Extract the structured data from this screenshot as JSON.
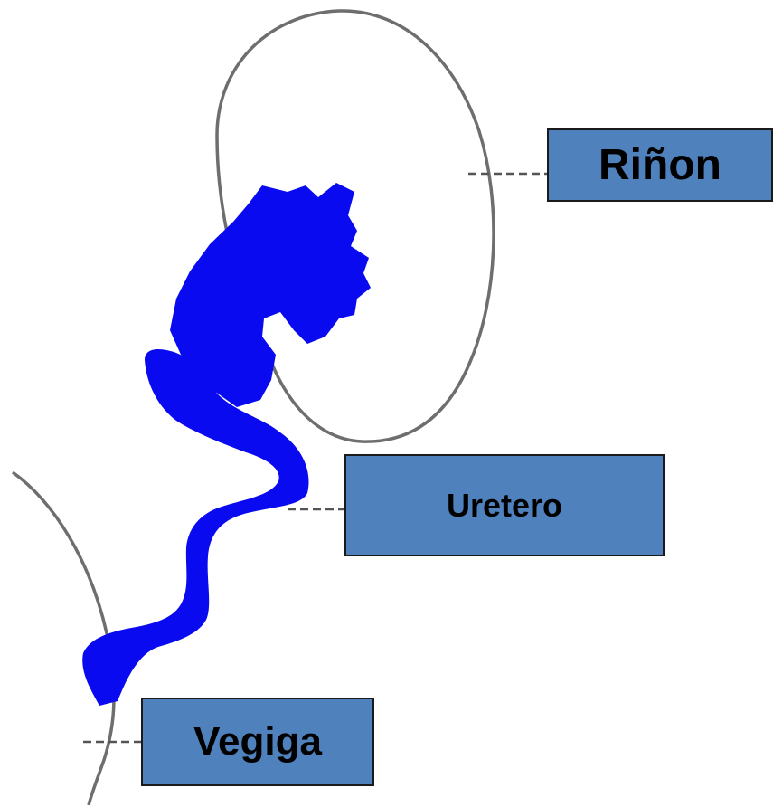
{
  "colors": {
    "urinary_tract": "#0a0af0",
    "outline": "#6e6e6e",
    "label_box_fill": "#4f81bd",
    "label_box_border": "#1a1a1a",
    "leader_line": "#555555",
    "background": "#ffffff"
  },
  "labels": {
    "kidney": "Riñon",
    "ureter": "Uretero",
    "bladder": "Vegiga"
  }
}
